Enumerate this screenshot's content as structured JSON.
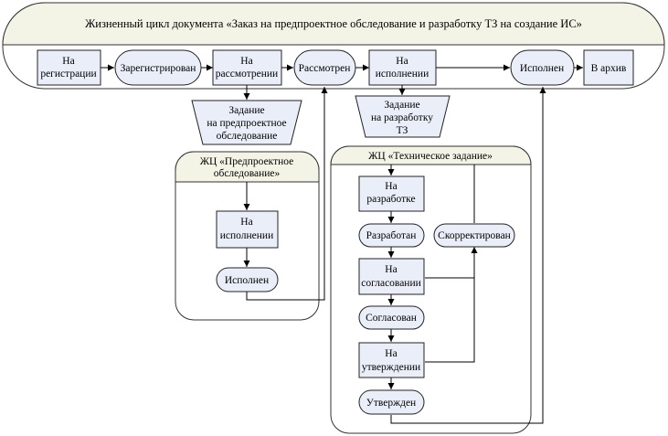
{
  "title": "Жизненный цикл документа «Заказ на предпроектное обследование и разработку ТЗ на создание ИС»",
  "main_flow": {
    "registration_1": "На",
    "registration_2": "регистрации",
    "registered": "Зарегистрирован",
    "review_1": "На",
    "review_2": "рассмотрении",
    "reviewed": "Рассмотрен",
    "execution_1": "На",
    "execution_2": "исполнении",
    "executed": "Исполнен",
    "archive": "В архив"
  },
  "task_survey": {
    "line1": "Задание",
    "line2": "на предпроектное",
    "line3": "обследование"
  },
  "task_spec": {
    "line1": "Задание",
    "line2": "на разработку",
    "line3": "ТЗ"
  },
  "survey_lifecycle": {
    "title1": "ЖЦ «Предпроектное",
    "title2": "обследование»",
    "in_execution_1": "На",
    "in_execution_2": "исполнении",
    "executed": "Исполнен"
  },
  "spec_lifecycle": {
    "title": "ЖЦ «Техническое задание»",
    "in_development_1": "На",
    "in_development_2": "разработке",
    "developed": "Разработан",
    "corrected": "Скорректирован",
    "in_approval_1": "На",
    "in_approval_2": "согласовании",
    "agreed": "Согласован",
    "in_confirmation_1": "На",
    "in_confirmation_2": "утверждении",
    "confirmed": "Утвержден"
  }
}
